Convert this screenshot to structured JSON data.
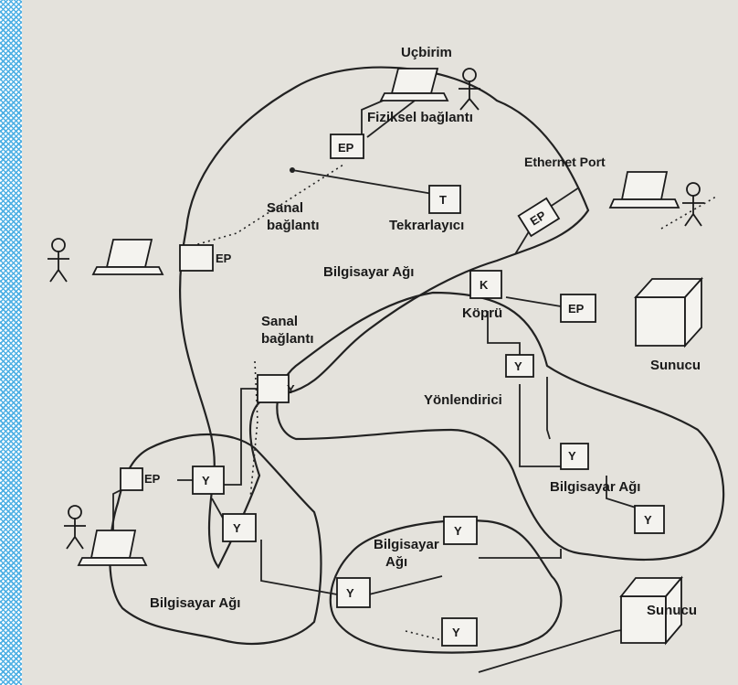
{
  "nodes": {
    "ucbirim": "Uçbirim",
    "fiziksel": "Fiziksel bağlantı",
    "ethernet_port": "Ethernet Port",
    "sanal_top_1": "Sanal",
    "sanal_top_2": "bağlantı",
    "tekrarlayici": "Tekrarlayıcı",
    "bilgisayar_agi_top": "Bilgisayar Ağı",
    "kopru": "Köprü",
    "sunucu_1": "Sunucu",
    "sanal_mid_1": "Sanal",
    "sanal_mid_2": "bağlantı",
    "yonlendirici": "Yönlendirici",
    "bilgisayar_agi_right": "Bilgisayar Ağı",
    "bilgisayar_agi_center_1": "Bilgisayar",
    "bilgisayar_agi_center_2": "Ağı",
    "bilgisayar_agi_left": "Bilgisayar Ağı",
    "sunucu_2": "Sunucu"
  },
  "boxes": {
    "ep": "EP",
    "t": "T",
    "k": "K",
    "y": "Y"
  }
}
